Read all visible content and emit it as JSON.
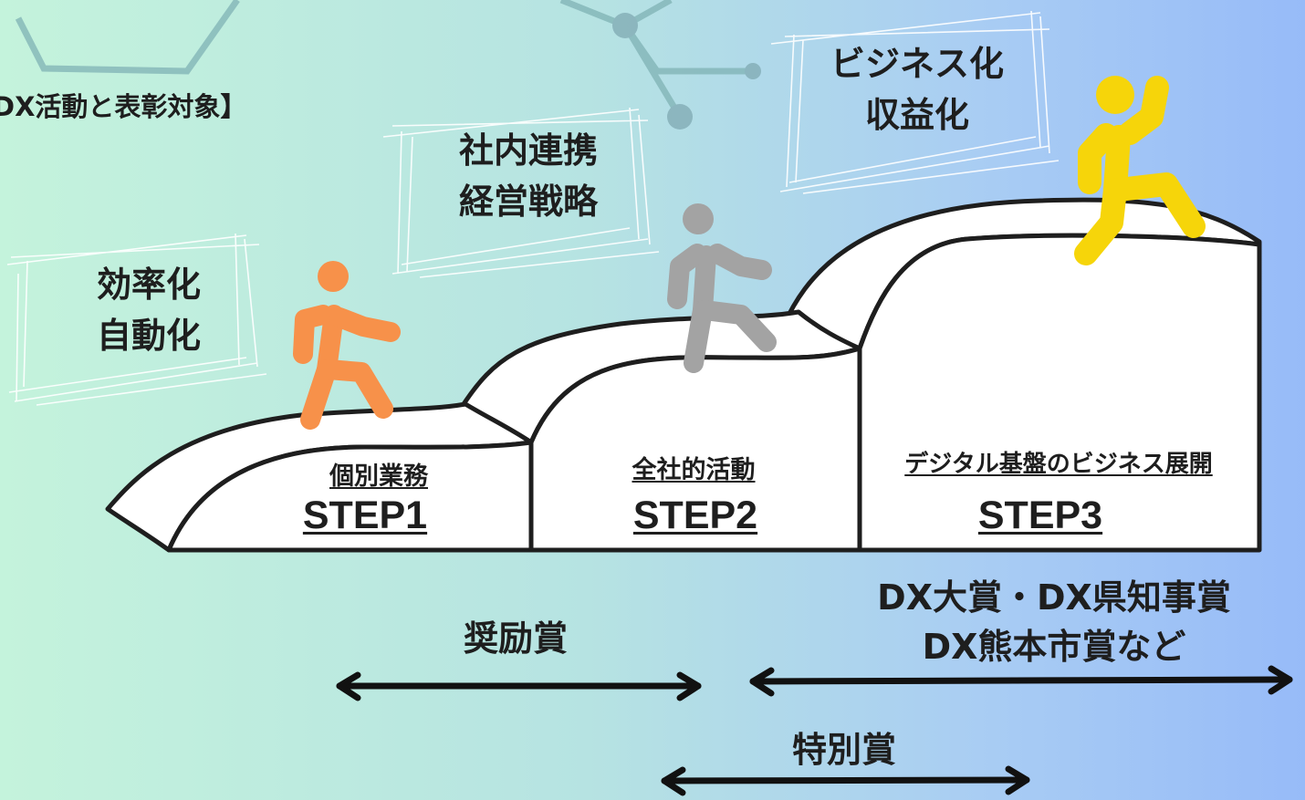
{
  "heading": "DX活動と表彰対象】",
  "goals": {
    "step1": [
      "効率化",
      "自動化"
    ],
    "step2": [
      "社内連携",
      "経営戦略"
    ],
    "step3": [
      "ビジネス化",
      "収益化"
    ]
  },
  "steps": [
    {
      "subtitle": "個別業務",
      "label": "STEP1"
    },
    {
      "subtitle": "全社的活動",
      "label": "STEP2"
    },
    {
      "subtitle": "デジタル基盤のビジネス展開",
      "label": "STEP3"
    }
  ],
  "awards": {
    "encouragement": "奨励賞",
    "grand": [
      "DX大賞・DX県知事賞",
      "DX熊本市賞など"
    ],
    "special": "特別賞"
  },
  "colors": {
    "walker_step1": "#f7914a",
    "walker_step2": "#a3a3a3",
    "walker_step3": "#f6d50a",
    "network_lines": "#6d9ea8"
  }
}
